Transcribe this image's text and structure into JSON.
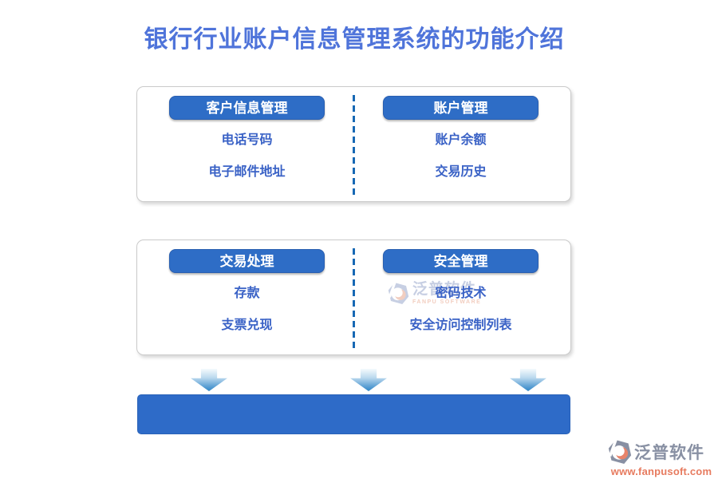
{
  "page": {
    "title": "银行行业账户信息管理系统的功能介绍"
  },
  "cards": [
    {
      "columns": [
        {
          "header": "客户信息管理",
          "items": [
            "电话号码",
            "电子邮件地址"
          ]
        },
        {
          "header": "账户管理",
          "items": [
            "账户余额",
            "交易历史"
          ]
        }
      ]
    },
    {
      "columns": [
        {
          "header": "交易处理",
          "items": [
            "存款",
            "支票兑现"
          ]
        },
        {
          "header": "安全管理",
          "items": [
            "密码技术",
            "安全访问控制列表"
          ]
        }
      ]
    }
  ],
  "watermark": {
    "brand": "泛普软件",
    "brand_sub": "FANPU SOFTWARE"
  },
  "footer": {
    "brand": "泛普软件",
    "website": "www.fanpusoft.com"
  },
  "icons": {
    "arrow": "arrow-down-icon",
    "brand_logo": "fanpu-logo-icon"
  },
  "colors": {
    "title_text": "#4F74DA",
    "header_pill_bg": "#2E6DC6",
    "item_text": "#3A62C6",
    "divider": "#1768B4",
    "bottom_bar_bg": "#2E6BC8",
    "arrow_tip": "#2F87C8",
    "card_border": "#CBCBCB",
    "footer_brand_text": "#8890A3",
    "footer_url_text": "#E77B5F"
  }
}
